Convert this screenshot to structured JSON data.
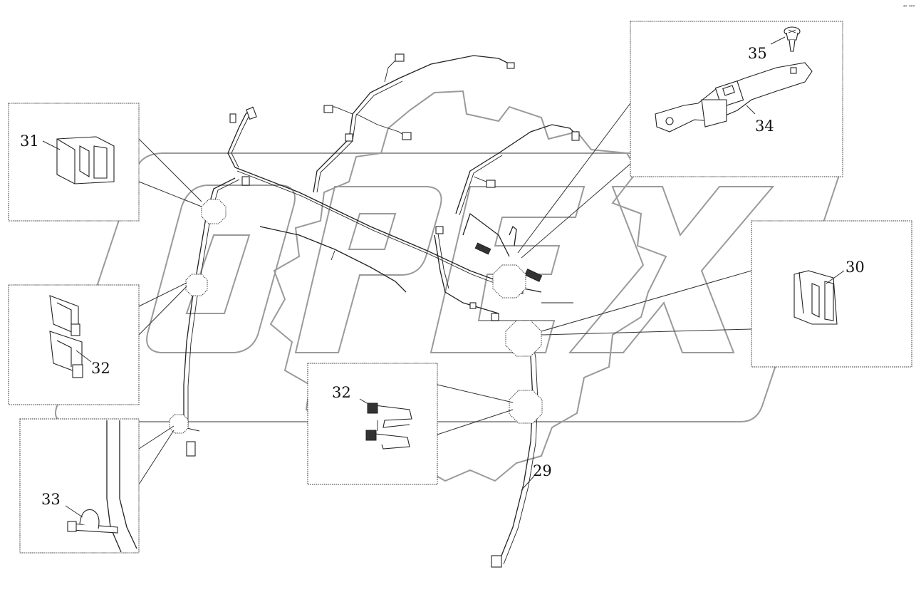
{
  "watermark": {
    "text": "OPEX",
    "color": "#9a9a9a"
  },
  "corner_mark": "²⁰ ⁰⁰⁰",
  "callouts": {
    "c29": "29",
    "c30": "30",
    "c31": "31",
    "c32a": "32",
    "c32b": "32",
    "c33": "33",
    "c34": "34",
    "c35": "35"
  }
}
